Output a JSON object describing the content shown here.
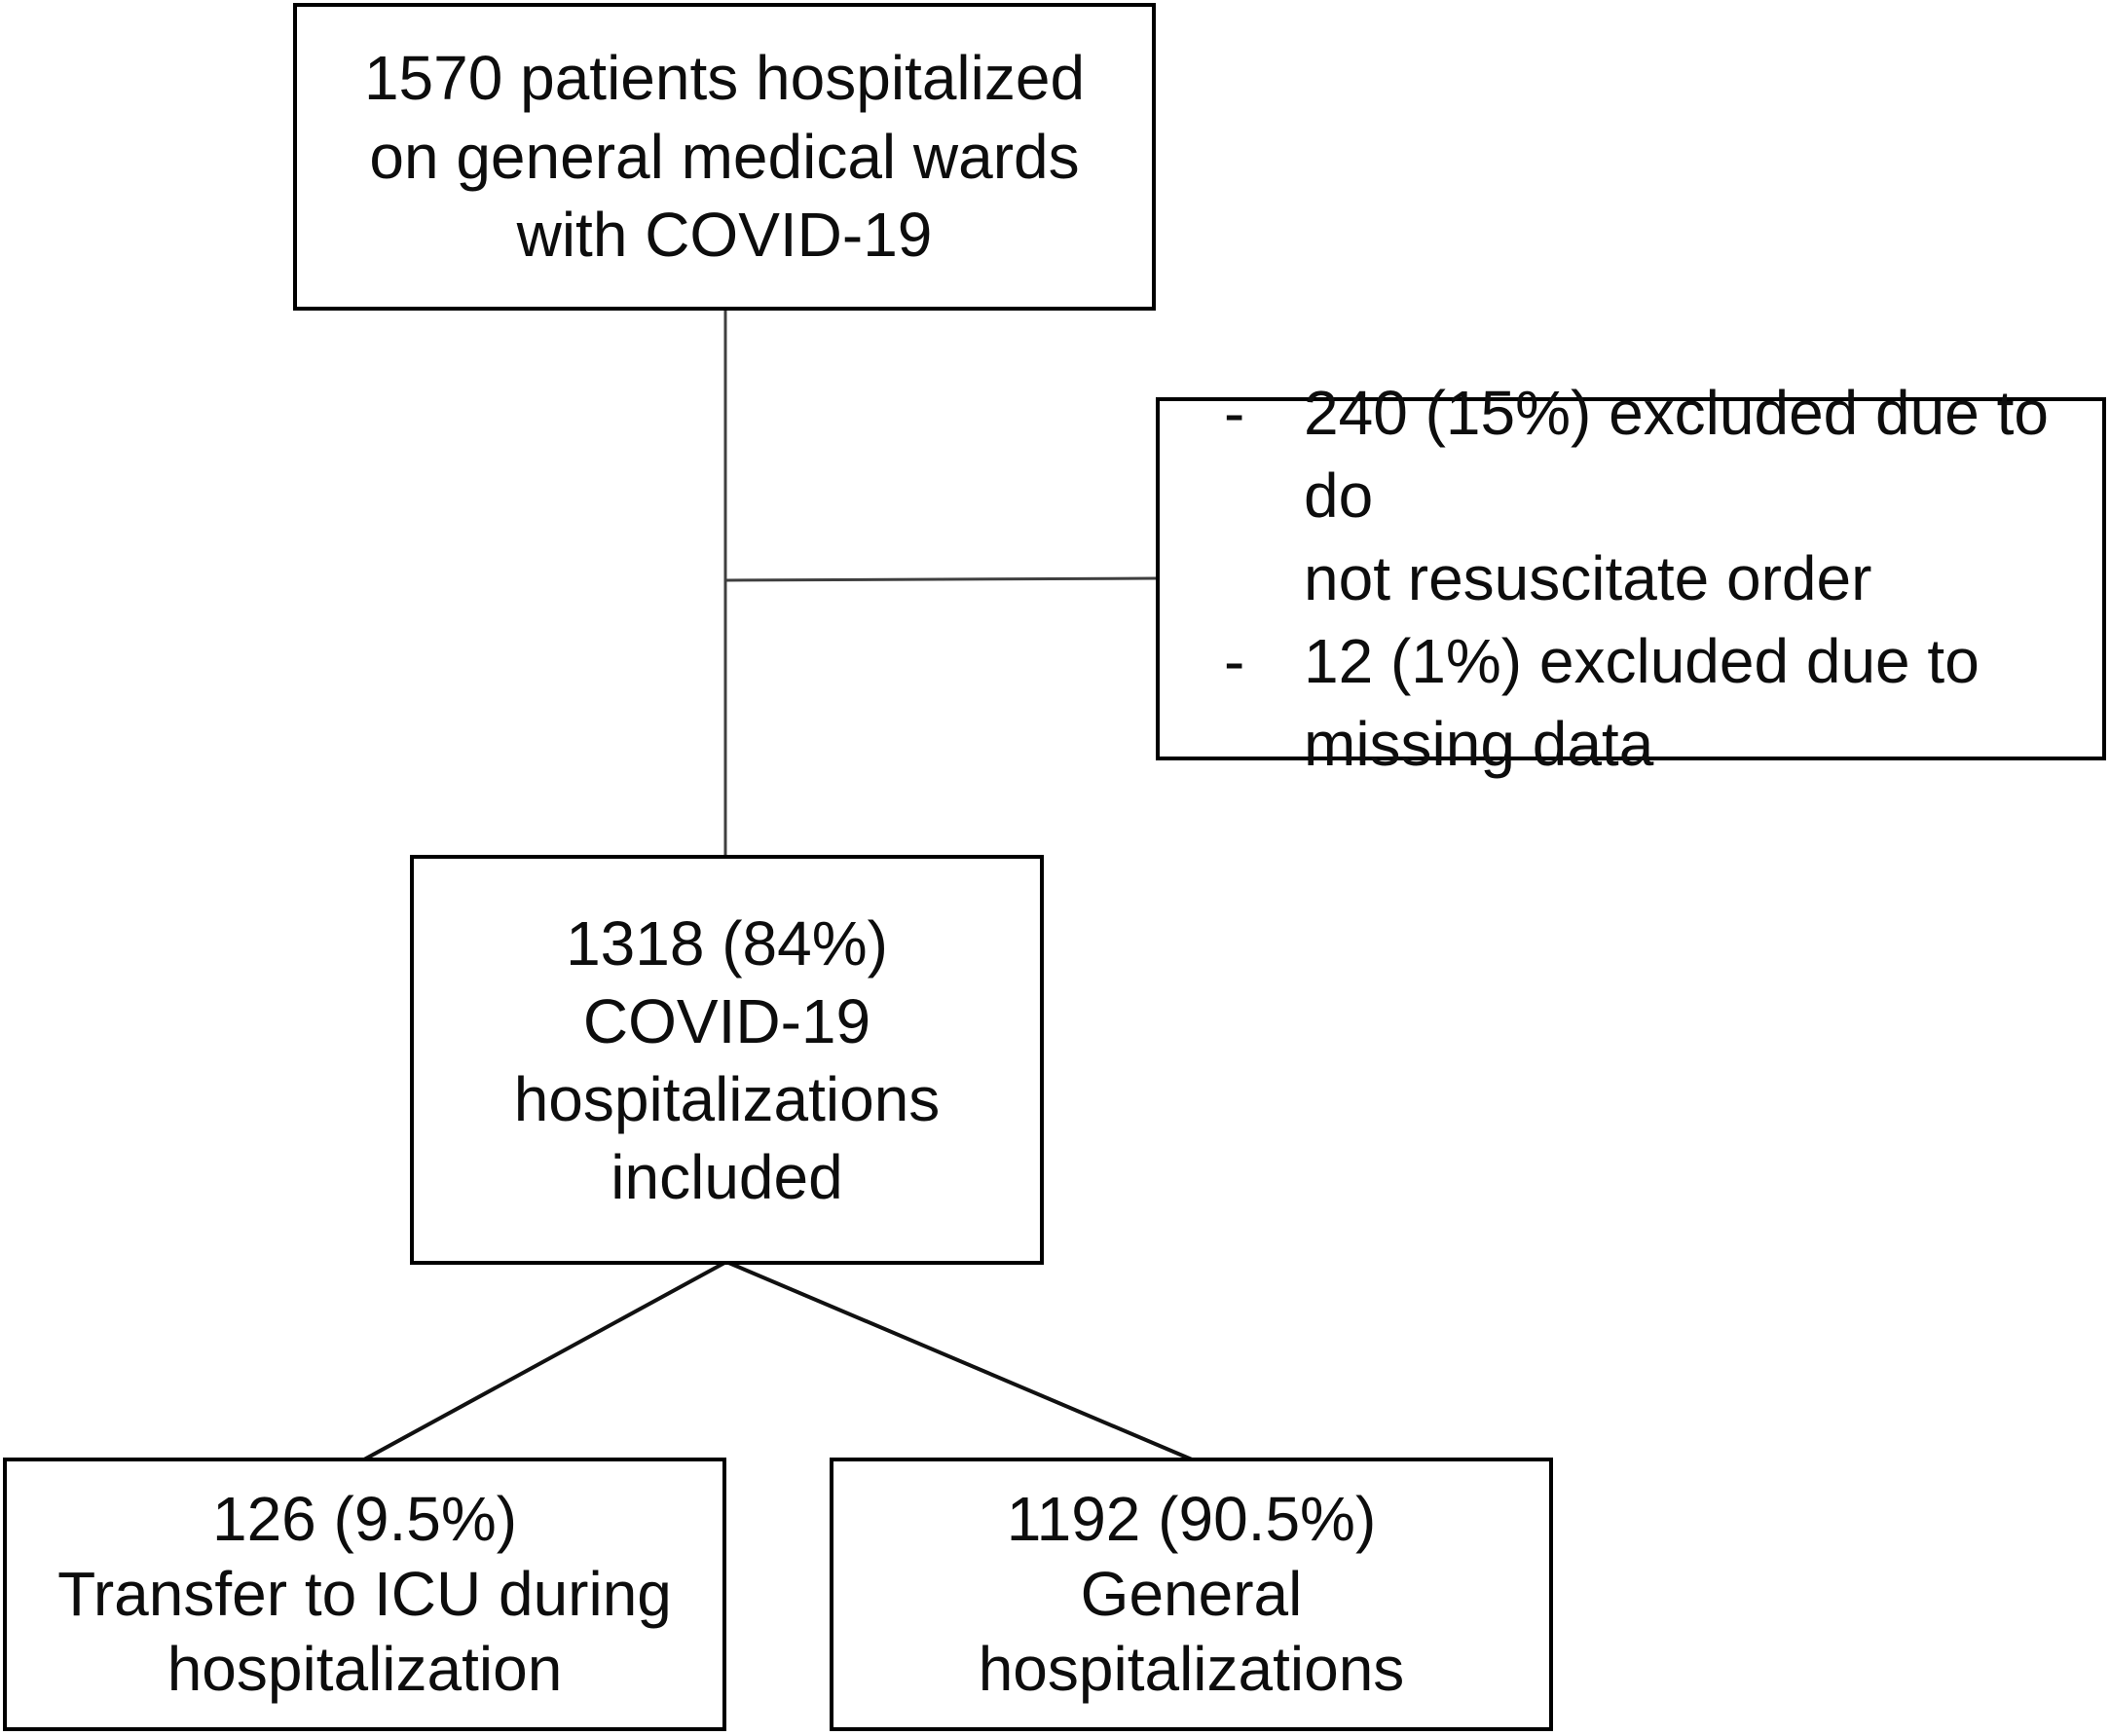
{
  "boxes": {
    "top": {
      "lines": [
        "1570 patients hospitalized",
        "on general medical wards",
        "with COVID-19"
      ]
    },
    "excluded": {
      "items": [
        {
          "bullet": "-",
          "lines": [
            "240 (15%) excluded due to do",
            "not resuscitate order"
          ]
        },
        {
          "bullet": "-",
          "lines": [
            "12 (1%) excluded due to",
            "missing data"
          ]
        }
      ]
    },
    "included": {
      "lines": [
        "1318 (84%)",
        "COVID-19",
        "hospitalizations",
        "included"
      ]
    },
    "icu": {
      "lines": [
        "126 (9.5%)",
        "Transfer to ICU during",
        "hospitalization"
      ]
    },
    "general": {
      "lines": [
        "1192 (90.5%)",
        "General",
        "hospitalizations"
      ]
    }
  },
  "colors": {
    "background": "#ffffff",
    "box_border": "#000000",
    "text": "#0d0d0d",
    "connector": "#3f3f3f",
    "diagonal": "#111111"
  }
}
